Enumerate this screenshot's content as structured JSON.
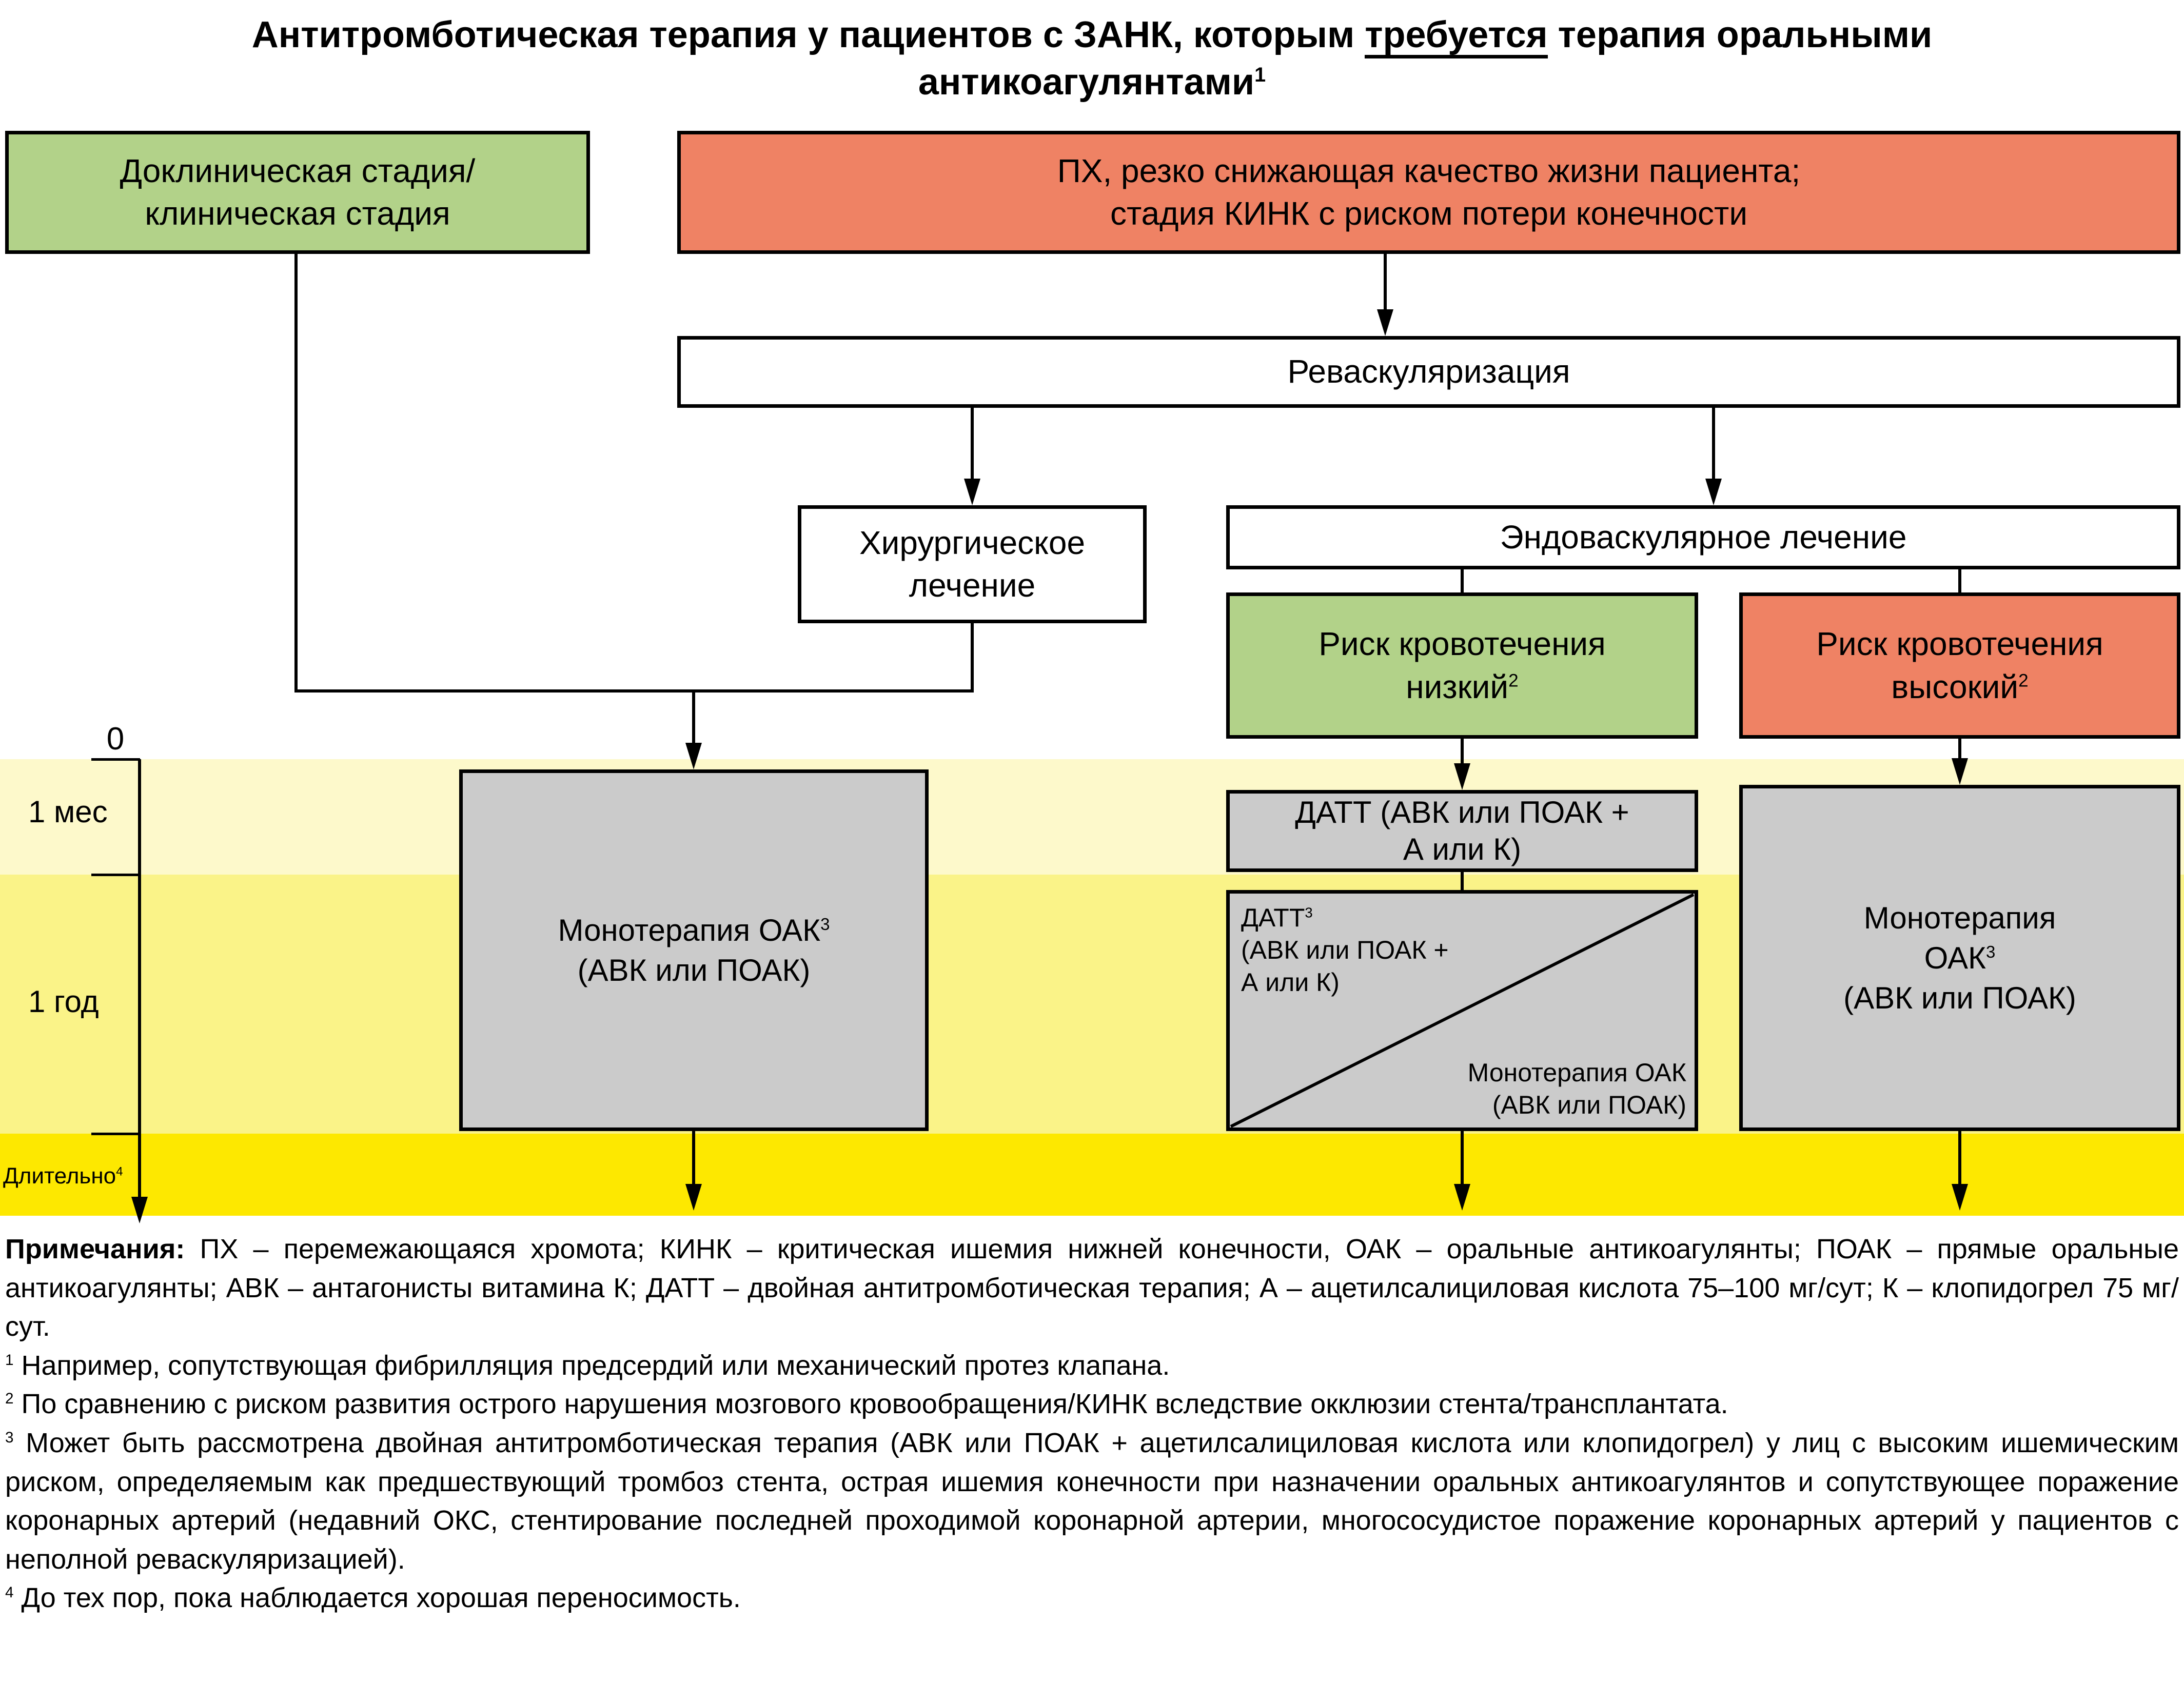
{
  "title": {
    "part1": "Антитромботическая терапия у пациентов с ЗАНК, которым ",
    "underlined": "требуется",
    "part2": " терапия оральными",
    "line2": "антикоагулянтами",
    "sup": "1"
  },
  "colors": {
    "green": "#b2d289",
    "salmon": "#ef8264",
    "gray": "#cbcbcb",
    "band_1month": "#fdf9cb",
    "band_1year": "#faf388",
    "band_long": "#fde800"
  },
  "boxes": {
    "preclinical": {
      "line1": "Доклиническая стадия/",
      "line2": "клиническая стадия"
    },
    "ph": {
      "line1": "ПХ, резко снижающая качество жизни пациента;",
      "line2": "стадия КИНК с риском потери конечности"
    },
    "revasc": {
      "label": "Реваскуляризация"
    },
    "surgical": {
      "line1": "Хирургическое",
      "line2": "лечение"
    },
    "endovascular": {
      "label": "Эндоваскулярное лечение"
    },
    "risk_low": {
      "line1": "Риск кровотечения",
      "line2": "низкий",
      "sup": "2"
    },
    "risk_high": {
      "line1": "Риск кровотечения",
      "line2": "высокий",
      "sup": "2"
    },
    "mono_left": {
      "line1": "Монотерапия ОАК",
      "sup": "3",
      "line2": "(АВК или ПОАК)"
    },
    "datt": {
      "line1": "ДАТТ (АВК или ПОАК +",
      "line2": "А или К)"
    },
    "diag": {
      "datt_line1": "ДАТТ",
      "datt_sup": "3",
      "datt_line2": "(АВК или ПОАК +",
      "datt_line3": "А или К)",
      "mono_line1": "Монотерапия ОАК",
      "mono_line2": "(АВК или ПОАК)"
    },
    "mono_right": {
      "line1": "Монотерапия",
      "line2": "ОАК",
      "sup": "3",
      "line3": "(АВК или ПОАК)"
    }
  },
  "timeline": {
    "zero": "0",
    "month": "1 мес",
    "year": "1 год",
    "long_term": "Длительно",
    "long_sup": "4"
  },
  "notes": {
    "label": "Примечания:",
    "intro": " ПХ – перемежающаяся хромота; КИНК – критическая ишемия нижней конечности, ОАК – оральные антикоагулянты; ПОАК – прямые оральные антикоагулянты; АВК – антагонисты витамина К; ДАТТ – двойная антитромботическая терапия; А – ацетилсалициловая кислота 75–100 мг/сут; К – клопидогрел 75 мг/сут.",
    "footnotes": [
      {
        "sup": "1",
        "text": " Например, сопутствующая фибрилляция предсердий или механический протез клапана."
      },
      {
        "sup": "2",
        "text": " По сравнению с риском развития острого нарушения мозгового кровообращения/КИНК вследствие окклюзии стента/трансплантата."
      },
      {
        "sup": "3",
        "text": " Может быть рассмотрена двойная антитромботическая терапия (АВК или ПОАК + ацетилсалициловая кислота или клопидогрел) у лиц с высоким ишемическим риском, определяемым как предшествующий тромбоз стента, острая ишемия конечности при назначении оральных антикоагулянтов и сопутствующее поражение коронарных артерий (недавний ОКС, стентирование последней проходимой коронарной артерии, многососудистое поражение коронарных артерий у пациентов с неполной реваскуляризацией)."
      },
      {
        "sup": "4",
        "text": " До тех пор, пока наблюдается хорошая переносимость."
      }
    ]
  }
}
